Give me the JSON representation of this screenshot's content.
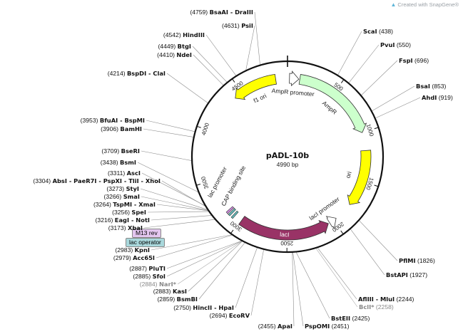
{
  "credit": {
    "text": "Created with SnapGene®"
  },
  "plasmid": {
    "name": "pADL-10b",
    "size_label": "4990 bp",
    "length": 4990,
    "ticks": [
      {
        "pos": 500,
        "label": "500"
      },
      {
        "pos": 1000,
        "label": "1000"
      },
      {
        "pos": 1500,
        "label": "1500"
      },
      {
        "pos": 2000,
        "label": "2000"
      },
      {
        "pos": 2500,
        "label": "2500"
      },
      {
        "pos": 3000,
        "label": "3000"
      },
      {
        "pos": 3500,
        "label": "3500"
      },
      {
        "pos": 4000,
        "label": "4000"
      },
      {
        "pos": 4500,
        "label": "4500"
      }
    ]
  },
  "features": [
    {
      "name": "f1 ori",
      "start": 4870,
      "end": 4412,
      "color": "#ffff00",
      "text": "#222222"
    },
    {
      "name": "AmpR promoter",
      "start": 20,
      "end": 115,
      "color": "#ffffff",
      "text": "#222222"
    },
    {
      "name": "AmpR",
      "start": 125,
      "end": 1000,
      "color": "#ccffcc",
      "text": "#222222"
    },
    {
      "name": "ori",
      "start": 1185,
      "end": 1770,
      "color": "#ffff00",
      "text": "#222222"
    },
    {
      "name": "lacI promoter",
      "start": 2045,
      "end": 1965,
      "color": "#ffffff",
      "text": "#222222"
    },
    {
      "name": "lacI",
      "start": 2990,
      "end": 2060,
      "color": "#993366",
      "text": "#ffffff"
    }
  ],
  "small_features": [
    {
      "name": "CAP binding site",
      "pos": 3080,
      "color": "#66bbbb"
    },
    {
      "name": "lac promoter",
      "pos": 3130,
      "color": "#ffffff"
    },
    {
      "name": "lac operator",
      "pos": 3118,
      "color": "#66bbbb"
    },
    {
      "name": "M13 rev",
      "pos": 3148,
      "color": "#cc88dd"
    }
  ],
  "pills": [
    {
      "name": "M13 rev",
      "bg": "#e3c6ef"
    },
    {
      "name": "lac operator",
      "bg": "#a9d8dc"
    }
  ],
  "sites": [
    {
      "name": "BsaAI - DraIII",
      "pos": "(4759)",
      "loc": 4759,
      "gray": false
    },
    {
      "name": "PsiI",
      "pos": "(4631)",
      "loc": 4631,
      "gray": false
    },
    {
      "name": "HindIII",
      "pos": "(4542)",
      "loc": 4542,
      "gray": false
    },
    {
      "name": "BtgI",
      "pos": "(4449)",
      "loc": 4449,
      "gray": false
    },
    {
      "name": "NdeI",
      "pos": "(4410)",
      "loc": 4410,
      "gray": false
    },
    {
      "name": "BspDI - ClaI",
      "pos": "(4214)",
      "loc": 4214,
      "gray": false
    },
    {
      "name": "BfuAI - BspMI",
      "pos": "(3953)",
      "loc": 3953,
      "gray": false
    },
    {
      "name": "BamHI",
      "pos": "(3906)",
      "loc": 3906,
      "gray": false
    },
    {
      "name": "BseRI",
      "pos": "(3709)",
      "loc": 3709,
      "gray": false
    },
    {
      "name": "BsmI",
      "pos": "(3438)",
      "loc": 3438,
      "gray": false
    },
    {
      "name": "AscI",
      "pos": "(3311)",
      "loc": 3311,
      "gray": false
    },
    {
      "name": "AbsI - PaeR7I - PspXI - TliI - XhoI",
      "pos": "(3304)",
      "loc": 3304,
      "gray": false
    },
    {
      "name": "StyI",
      "pos": "(3273)",
      "loc": 3273,
      "gray": false
    },
    {
      "name": "SmaI",
      "pos": "(3266)",
      "loc": 3266,
      "gray": false
    },
    {
      "name": "TspMI - XmaI",
      "pos": "(3264)",
      "loc": 3264,
      "gray": false
    },
    {
      "name": "SpeI",
      "pos": "(3256)",
      "loc": 3256,
      "gray": false
    },
    {
      "name": "EagI - NotI",
      "pos": "(3216)",
      "loc": 3216,
      "gray": false
    },
    {
      "name": "XbaI",
      "pos": "(3173)",
      "loc": 3173,
      "gray": false
    },
    {
      "name": "KpnI",
      "pos": "(2983)",
      "loc": 2983,
      "gray": false
    },
    {
      "name": "Acc65I",
      "pos": "(2979)",
      "loc": 2979,
      "gray": false
    },
    {
      "name": "PluTI",
      "pos": "(2887)",
      "loc": 2887,
      "gray": false
    },
    {
      "name": "SfoI",
      "pos": "(2885)",
      "loc": 2885,
      "gray": false
    },
    {
      "name": "NarI*",
      "pos": "(2884)",
      "loc": 2884,
      "gray": true
    },
    {
      "name": "KasI",
      "pos": "(2883)",
      "loc": 2883,
      "gray": false
    },
    {
      "name": "BsmBI",
      "pos": "(2859)",
      "loc": 2859,
      "gray": false
    },
    {
      "name": "HincII - HpaI",
      "pos": "(2750)",
      "loc": 2750,
      "gray": false
    },
    {
      "name": "EcoRV",
      "pos": "(2694)",
      "loc": 2694,
      "gray": false
    },
    {
      "name": "ApaI",
      "pos": "(2455)",
      "loc": 2455,
      "gray": false
    },
    {
      "name": "PspOMI",
      "pos": "(2451)",
      "loc": 2451,
      "gray": false
    },
    {
      "name": "BstEII",
      "pos": "(2425)",
      "loc": 2425,
      "gray": false
    },
    {
      "name": "BclI*",
      "pos": "(2258)",
      "loc": 2258,
      "gray": true
    },
    {
      "name": "AflIII - MluI",
      "pos": "(2244)",
      "loc": 2244,
      "gray": false
    },
    {
      "name": "BstAPI",
      "pos": "(1927)",
      "loc": 1927,
      "gray": false
    },
    {
      "name": "PflMI",
      "pos": "(1826)",
      "loc": 1826,
      "gray": false
    },
    {
      "name": "ScaI",
      "pos": "(438)",
      "loc": 438,
      "gray": false
    },
    {
      "name": "PvuI",
      "pos": "(550)",
      "loc": 550,
      "gray": false
    },
    {
      "name": "FspI",
      "pos": "(696)",
      "loc": 696,
      "gray": false
    },
    {
      "name": "BsaI",
      "pos": "(853)",
      "loc": 853,
      "gray": false
    },
    {
      "name": "AhdI",
      "pos": "(919)",
      "loc": 919,
      "gray": false
    }
  ]
}
